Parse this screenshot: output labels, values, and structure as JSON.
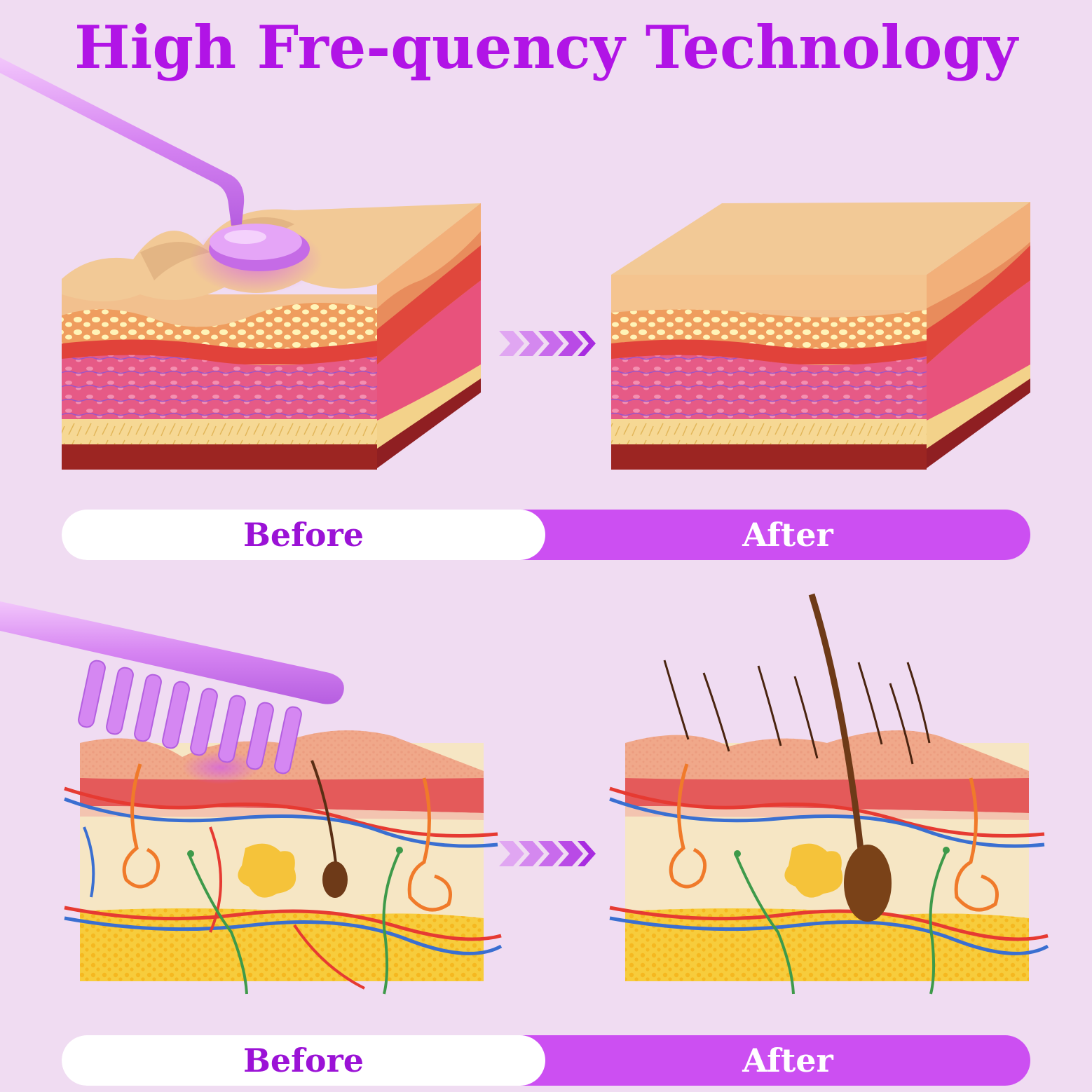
{
  "title": "High Fre-quency Technology",
  "panels": [
    {
      "illustration": "skin-smoothing-layers",
      "before_label": "Before",
      "after_label": "After"
    },
    {
      "illustration": "hair-growth-scalp-layers",
      "before_label": "Before",
      "after_label": "After"
    }
  ],
  "colors": {
    "background": "#f0dcf2",
    "title": "#b114e6",
    "before_bg": "#ffffff",
    "before_text": "#9b12d6",
    "after_bg": "#cc4ff2",
    "after_text": "#ffffff",
    "wand": "#d98af2",
    "arrow": "#b94ae6"
  }
}
